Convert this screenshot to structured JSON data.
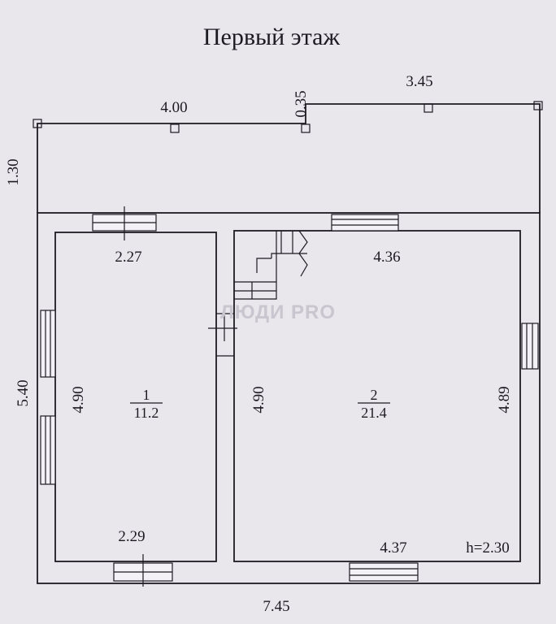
{
  "title": "Первый этаж",
  "watermark": "ЛЮДИ PRO",
  "dimensions": {
    "top_left_width": "4.00",
    "step": "0.35",
    "top_right_width": "3.45",
    "terrace_depth": "1.30",
    "left_side": "5.40",
    "bottom": "7.45",
    "room1_top": "2.27",
    "room1_bottom": "2.29",
    "room1_left": "4.90",
    "room2_left": "4.90",
    "room2_top": "4.36",
    "room2_bottom": "4.37",
    "room2_right": "4.89"
  },
  "rooms": [
    {
      "number": "1",
      "area": "11.2"
    },
    {
      "number": "2",
      "area": "21.4"
    }
  ],
  "ceiling_height": "h=2.30",
  "colors": {
    "background": "#e9e6ec",
    "ink": "#1d1b22",
    "watermark": "#c9c6cf"
  }
}
